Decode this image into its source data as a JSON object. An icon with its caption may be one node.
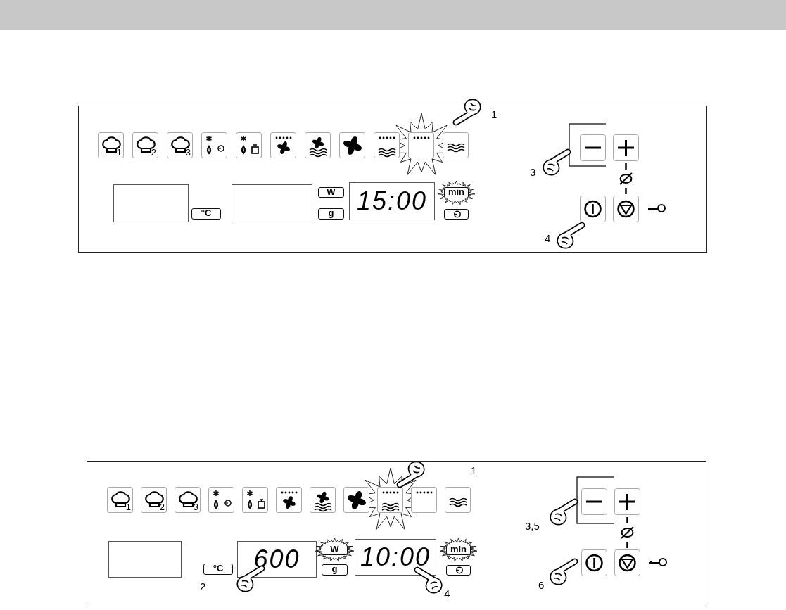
{
  "diagram": {
    "nodes": [
      {
        "text": [],
        "shape": "box"
      },
      {
        "text": [],
        "shape": "box"
      },
      {
        "text": [
          "15:00"
        ]
      },
      {
        "text": [],
        "shape": "box"
      },
      {
        "text": [
          "600"
        ]
      },
      {
        "text": [
          "10:00"
        ]
      }
    ],
    "labels": [
      "1",
      "1",
      "2",
      "3",
      "3",
      "°C",
      "W",
      "g",
      "min",
      "4",
      "1",
      "1",
      "2",
      "3",
      "3,5",
      "°C",
      "W",
      "g",
      "min",
      "2",
      "4",
      "6"
    ]
  }
}
